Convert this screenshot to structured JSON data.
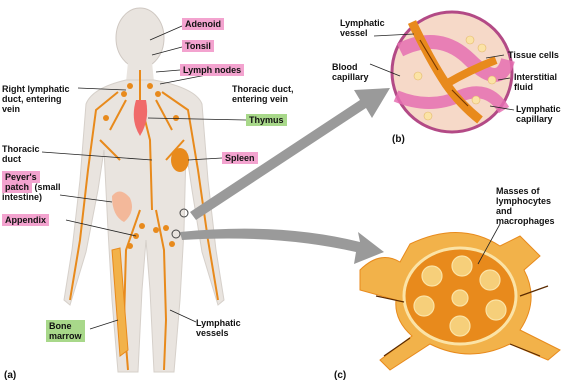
{
  "labels": {
    "adenoid": "Adenoid",
    "tonsil": "Tonsil",
    "lymph_nodes": "Lymph nodes",
    "right_lymphatic_duct": [
      "Right lymphatic",
      "duct, entering",
      "vein"
    ],
    "thoracic_duct_vein": [
      "Thoracic duct,",
      "entering vein"
    ],
    "thymus": "Thymus",
    "thoracic_duct": [
      "Thoracic",
      "duct"
    ],
    "spleen": "Spleen",
    "peyers_patch": [
      "Peyer's",
      "patch",
      "(small",
      "intestine)"
    ],
    "appendix": "Appendix",
    "bone_marrow": [
      "Bone",
      "marrow"
    ],
    "lymphatic_vessels": [
      "Lymphatic",
      "vessels"
    ],
    "lymphatic_vessel": [
      "Lymphatic",
      "vessel"
    ],
    "blood_capillary": [
      "Blood",
      "capillary"
    ],
    "tissue_cells": "Tissue cells",
    "interstitial_fluid": [
      "Interstitial",
      "fluid"
    ],
    "lymphatic_capillary": [
      "Lymphatic",
      "capillary"
    ],
    "masses": [
      "Masses of",
      "lymphocytes",
      "and",
      "macrophages"
    ]
  },
  "panels": {
    "a": "(a)",
    "b": "(b)",
    "c": "(c)"
  },
  "colors": {
    "pink_box": "#f3a3cf",
    "green_box": "#a8d88a",
    "lymph": "#e88a1c",
    "arrow": "#9a9a9a",
    "skin": "#e9e4df"
  }
}
